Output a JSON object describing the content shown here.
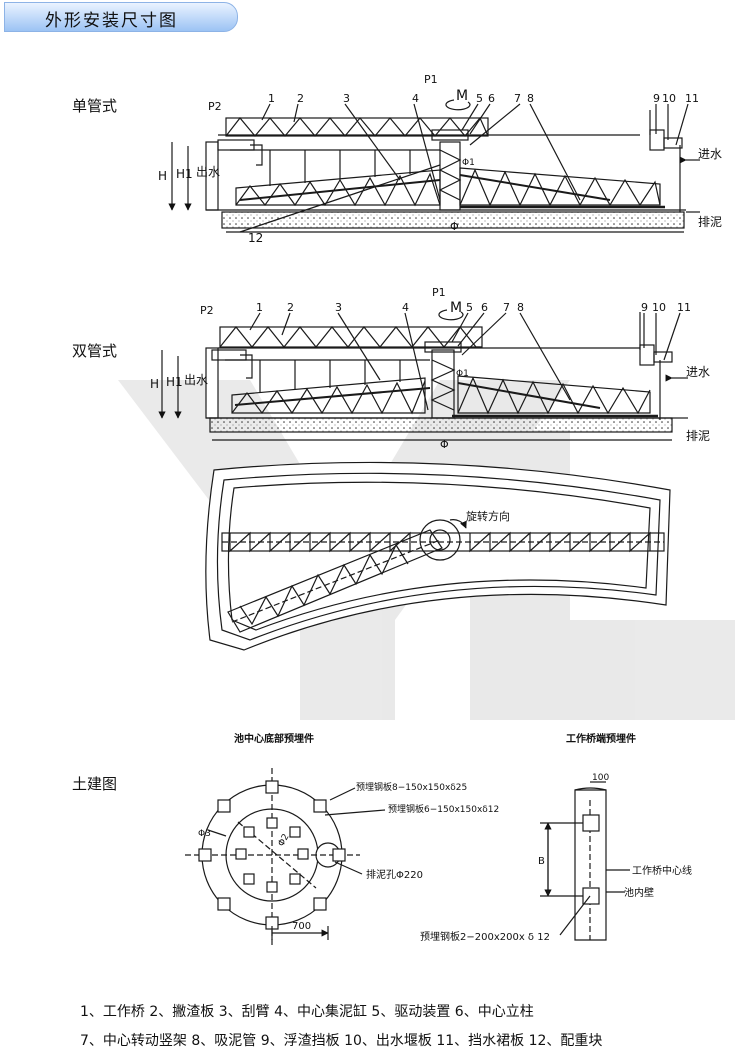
{
  "header": {
    "title": "外形安装尺寸图"
  },
  "sections": {
    "single": "单管式",
    "double": "双管式",
    "civil": "土建图"
  },
  "top_labels": {
    "p1": "P1",
    "p2": "P2",
    "m": "M",
    "h": "H",
    "h1": "H1",
    "outlet": "出水",
    "inlet": "进水",
    "sludge": "排泥",
    "phi": "Φ",
    "phi1": "Φ1",
    "n12": "12",
    "nums": [
      "1",
      "2",
      "3",
      "4",
      "5",
      "6",
      "7",
      "8",
      "9",
      "10",
      "11"
    ]
  },
  "plan_view": {
    "rotation": "旋转方向"
  },
  "civil": {
    "left_title": "池中心底部预埋件",
    "right_title": "工作桥端预埋件",
    "plate1": "预埋钢板8−150x150xδ25",
    "plate2": "预埋钢板6−150x150xδ12",
    "hole": "排泥孔Φ220",
    "phi3": "Φ3",
    "phi2": "Φ2",
    "dim700": "700",
    "dim100": "100",
    "dimB": "B",
    "bridge_center": "工作桥中心线",
    "wall": "池内壁",
    "plate3": "预埋钢板2−200x200x δ 12"
  },
  "legend": {
    "line1": "1、工作桥  2、撇渣板  3、刮臂  4、中心集泥缸  5、驱动装置  6、中心立柱",
    "line2": "7、中心转动竖架  8、吸泥管  9、浮渣挡板  10、出水堰板  11、挡水裙板  12、配重块"
  },
  "colors": {
    "tab_top": "#eaf3ff",
    "tab_bottom": "#9cc3f4",
    "watermark": "#e6e6e6",
    "line": "#1a1a1a"
  }
}
